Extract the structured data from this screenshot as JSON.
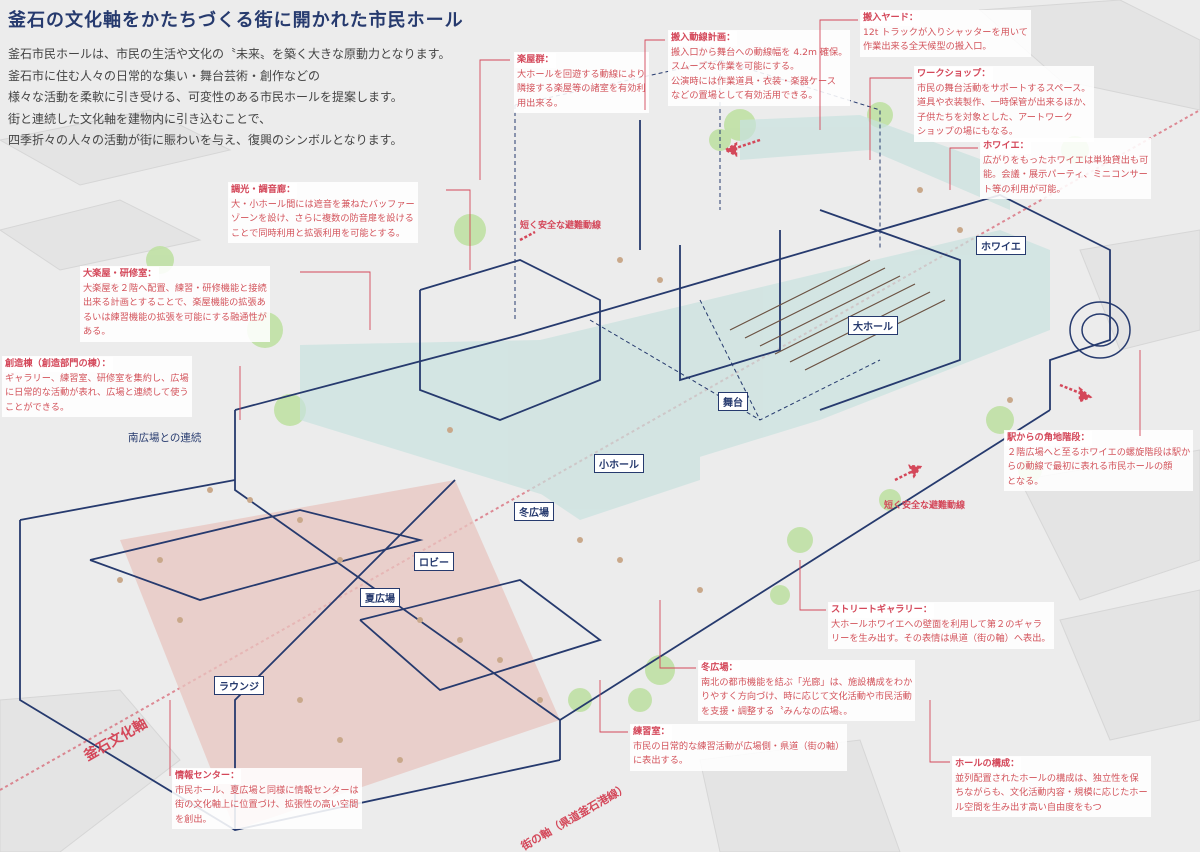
{
  "title": "釜石の文化軸をかたちづくる街に開かれた市民ホール",
  "intro": [
    "釜石市民ホールは、市民の生活や文化の〝未来〟を築く大きな原動力となります。",
    "釜石市に住む人々の日常的な集い・舞台芸術・創作などの",
    "様々な活動を柔軟に引き受ける、可変性のある市民ホールを提案します。",
    "街と連続した文化軸を建物内に引き込むことで、",
    "四季折々の人々の活動が街に賑わいを与え、復興のシンボルとなります。"
  ],
  "annotations": [
    {
      "id": "gakuya",
      "title": "楽屋群：",
      "lines": [
        "大ホールを回遊する動線により",
        "隣接する楽屋等の諸室を有効利",
        "用出来る。"
      ]
    },
    {
      "id": "hannyu-keikaku",
      "title": "搬入動線計画：",
      "lines": [
        "搬入口から舞台への動線幅を 4.2m 確保。",
        "スムーズな作業を可能にする。",
        "公演時には作業道具・衣装・楽器ケース",
        "などの置場として有効活用できる。"
      ]
    },
    {
      "id": "hannyu-yard",
      "title": "搬入ヤード：",
      "lines": [
        "12t トラックが入りシャッターを用いて",
        "作業出来る全天候型の搬入口。"
      ]
    },
    {
      "id": "workshop",
      "title": "ワークショップ：",
      "lines": [
        "市民の舞台活動をサポートするスペース。",
        "道具や衣装製作、一時保管が出来るほか、",
        "子供たちを対象とした、アートワーク",
        "ショップの場にもなる。"
      ]
    },
    {
      "id": "foyer",
      "title": "ホワイエ：",
      "lines": [
        "広がりをもったホワイエは単独貸出も可",
        "能。会議・展示パーティ、ミニコンサー",
        "ト等の利用が可能。"
      ]
    },
    {
      "id": "choukou",
      "title": "調光・調音廊：",
      "lines": [
        "大・小ホール間には遮音を兼ねたバッファー",
        "ゾーンを設け、さらに複数の防音扉を設ける",
        "ことで同時利用と拡張利用を可能とする。"
      ]
    },
    {
      "id": "ogakuya",
      "title": "大楽屋・研修室：",
      "lines": [
        "大楽屋を２階へ配置、練習・研修機能と接続",
        "出来る計画とすることで、楽屋機能の拡張あ",
        "るいは練習機能の拡張を可能にする融通性が",
        "ある。"
      ]
    },
    {
      "id": "souzou",
      "title": "創造棟（創造部門の棟）：",
      "lines": [
        "ギャラリー、練習室、研修室を集約し、広場",
        "に日常的な活動が表れ、広場と連続して使う",
        "ことができる。"
      ]
    },
    {
      "id": "eki-kaidan",
      "title": "駅からの角地階段：",
      "lines": [
        "２階広場へと至るホワイエの螺旋階段は駅か",
        "らの動線で最初に表れる市民ホールの顔",
        "となる。"
      ]
    },
    {
      "id": "street-gallery",
      "title": "ストリートギャラリー：",
      "lines": [
        "大ホールホワイエへの壁面を利用して第２のギャラ",
        "リーを生み出す。その表情は県道（街の軸）へ表出。"
      ]
    },
    {
      "id": "fuyu-hiroba",
      "title": "冬広場：",
      "lines": [
        "南北の都市機能を結ぶ「光廊」は、施設構成をわか",
        "りやすく方向づけ、時に応じて文化活動や市民活動",
        "を支援・調整する〝みんなの広場〟。"
      ]
    },
    {
      "id": "renshu",
      "title": "練習室：",
      "lines": [
        "市民の日常的な練習活動が広場側・県道（街の軸）",
        "に表出する。"
      ]
    },
    {
      "id": "hall-kousei",
      "title": "ホールの構成：",
      "lines": [
        "並列配置されたホールの構成は、独立性を保",
        "ちながらも、文化活動内容・規模に応じたホー",
        "ル空間を生み出す高い自由度をもつ"
      ]
    },
    {
      "id": "jouhou",
      "title": "情報センター：",
      "lines": [
        "市民ホール、夏広場と同様に情報センターは",
        "街の文化軸上に位置づけ、拡張性の高い空間",
        "を創出。"
      ]
    }
  ],
  "labels": {
    "foyer": "ホワイエ",
    "daihall": "大ホール",
    "butai": "舞台",
    "shohall": "小ホール",
    "fuyu": "冬広場",
    "lobby": "ロビー",
    "natsu": "夏広場",
    "lounge": "ラウンジ"
  },
  "plain": {
    "minami": "南広場との連続"
  },
  "evac": [
    "短く安全な避難動線",
    "短く安全な避難動線"
  ],
  "axis": {
    "bunka": "釜石文化軸",
    "machi": "街の軸（県道釜石港線）"
  },
  "colors": {
    "accent": "#d4485a",
    "line": "#263a6e",
    "plaza": "#e8c6c0",
    "corridor": "#c9e2df",
    "tree": "#bde0a0"
  }
}
